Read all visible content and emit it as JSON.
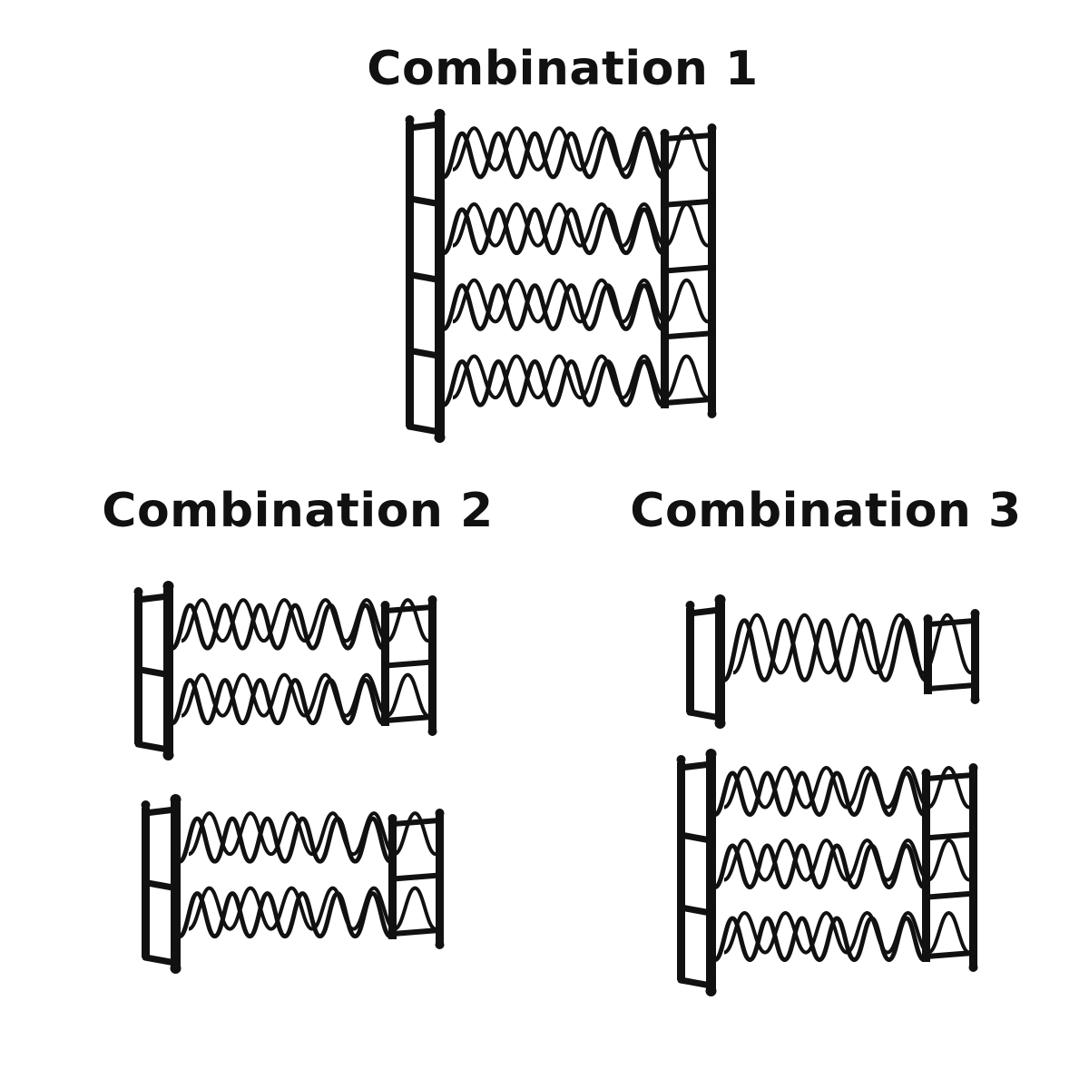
{
  "combinations": [
    {
      "label": "Combination 1",
      "racks": [
        {
          "tiers": 4
        }
      ]
    },
    {
      "label": "Combination 2",
      "racks": [
        {
          "tiers": 2
        },
        {
          "tiers": 2
        }
      ]
    },
    {
      "label": "Combination 3",
      "racks": [
        {
          "tiers": 1
        },
        {
          "tiers": 3
        }
      ]
    }
  ],
  "colors": {
    "background": "#ffffff",
    "text": "#111111",
    "rack_metal": "#111111"
  }
}
